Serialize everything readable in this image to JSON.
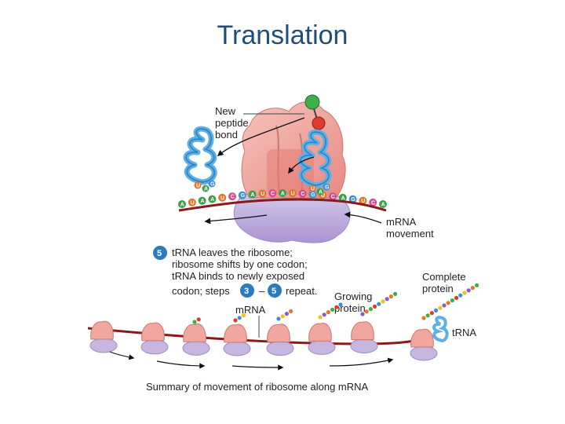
{
  "title": "Translation",
  "labels": {
    "new_peptide_bond": [
      "New",
      "peptide",
      "bond"
    ],
    "mrna_movement": [
      "mRNA",
      "movement"
    ],
    "step5_text": [
      "tRNA leaves the ribosome;",
      "ribosome shifts by one codon;",
      "tRNA binds to newly exposed",
      "codon; steps",
      "repeat."
    ],
    "step_number": "5",
    "steps_from": "3",
    "steps_dash": "–",
    "steps_to": "5",
    "complete_protein": [
      "Complete",
      "protein"
    ],
    "growing_protein": [
      "Growing",
      "protein"
    ],
    "mrna": "mRNA",
    "trna": "tRNA",
    "summary_caption": "Summary of movement of ribosome along mRNA"
  },
  "codon_letters": {
    "upper": [
      "A",
      "U",
      "A",
      "A",
      "U",
      "C",
      "G",
      "A",
      "U",
      "C",
      "A",
      "U",
      "C",
      "G",
      "U",
      "C",
      "A",
      "G",
      "U",
      "C",
      "A"
    ],
    "anticodons": [
      "U",
      "A",
      "G",
      "U",
      "A",
      "G"
    ]
  },
  "colors": {
    "title": "#1f4e79",
    "ribosome_large": "#f1a7a0",
    "ribosome_small": "#c6b6e0",
    "mrna": "#8b1a1a",
    "trna": "#5bb0e6",
    "step_badge": "#2b7bbf"
  }
}
